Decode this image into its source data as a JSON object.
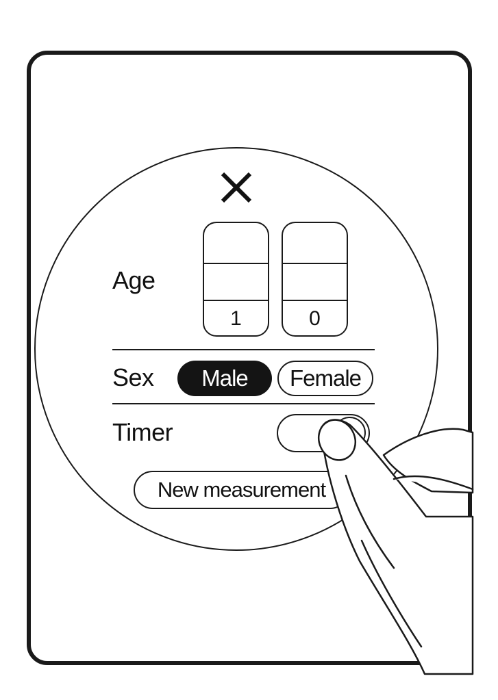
{
  "icons": {
    "close": "close-icon"
  },
  "form": {
    "age": {
      "label": "Age",
      "digits": [
        "1",
        "0"
      ]
    },
    "sex": {
      "label": "Sex",
      "options": [
        "Male",
        "Female"
      ],
      "selected": "Male"
    },
    "timer": {
      "label": "Timer"
    }
  },
  "actions": {
    "new_measurement_label": "New measurement"
  },
  "colors": {
    "ink": "#1a1a1a",
    "background": "#ffffff",
    "selected_fill": "#141414"
  }
}
